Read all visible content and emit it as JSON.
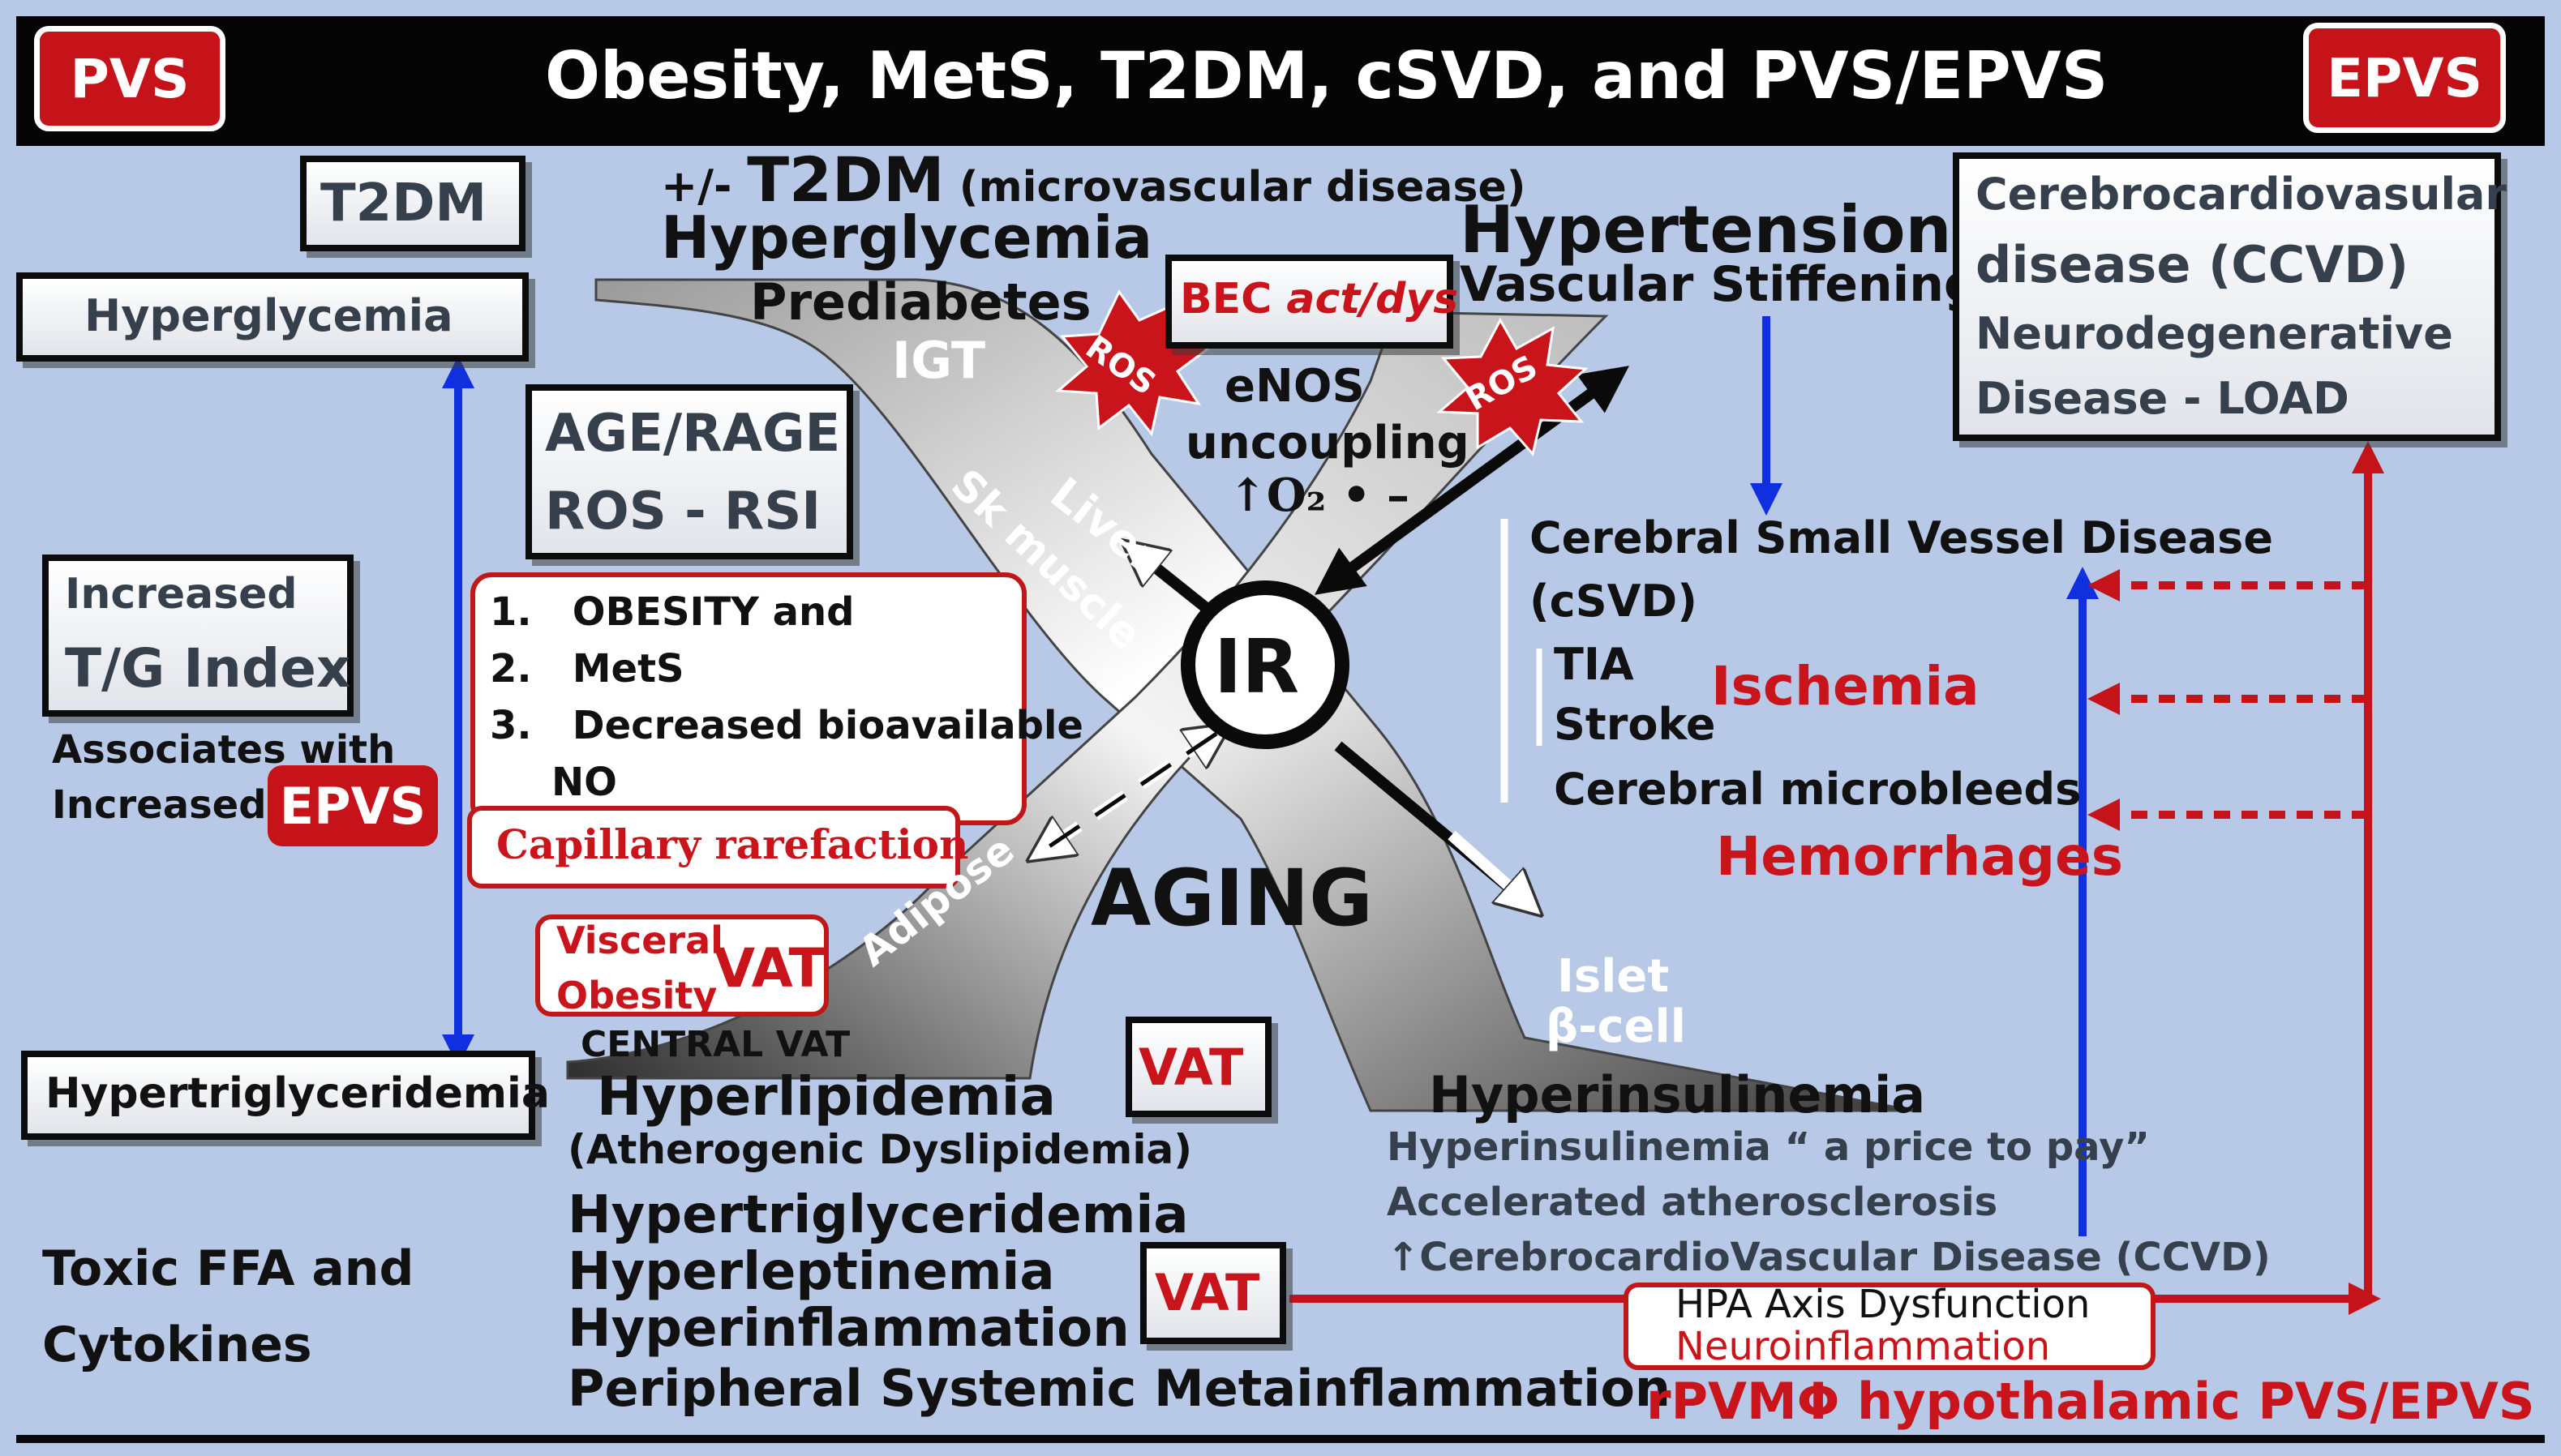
{
  "header": {
    "title": "Obesity, MetS, T2DM, cSVD, and PVS/EPVS",
    "left_badge": "PVS",
    "right_badge": "EPVS"
  },
  "left": {
    "t2dm_box": "T2DM",
    "hyperglycemia_box": "Hyperglycemia",
    "tg_index_line1": "Increased",
    "tg_index_line2": "T/G Index",
    "associates_line1": "Associates with",
    "associates_line2": "Increased",
    "epvs_badge": "EPVS",
    "hypertriglyceridemia_box": "Hypertriglyceridemia",
    "toxic_line1": "Toxic FFA and",
    "toxic_line2": "Cytokines"
  },
  "top": {
    "t2dm_prefix": "+/- ",
    "t2dm_big": "T2DM",
    "t2dm_suffix": " (microvascular disease)",
    "hyperglycemia": "Hyperglycemia",
    "prediabetes": "Prediabetes",
    "igt": "IGT",
    "bec_prefix": "BEC ",
    "bec_italic": "act/dys",
    "ros1": "ROS",
    "ros2": "ROS",
    "enos": "eNOS",
    "uncoupling": "uncoupling",
    "superoxide": "↑O₂ • –",
    "hypertension": "Hypertension",
    "vascular_stiffening": "Vascular Stiffening"
  },
  "center": {
    "age_rage": "AGE/RAGE",
    "ros_rsi": "ROS - RSI",
    "list": [
      "OBESITY and",
      "MetS",
      "Decreased bioavailable"
    ],
    "list_tail": "NO",
    "capillary": "Capillary rarefaction",
    "liver": "Liver",
    "sk_muscle": "Sk muscle",
    "ir": "IR",
    "adipose": "Adipose",
    "aging": "AGING",
    "islet": "Islet",
    "beta_cell": "β-cell",
    "visceral": "Visceral",
    "obesity": "Obesity",
    "vat_big": "VAT",
    "central_vat": "CENTRAL VAT",
    "vat_mid": "VAT",
    "vat_bottom": "VAT"
  },
  "lower_left": {
    "hyperlipidemia": "Hyperlipidemia",
    "atherogenic": "(Atherogenic Dyslipidemia)",
    "list": [
      "Hypertriglyceridemia",
      "Hyperleptinemia",
      "Hyperinflammation",
      "Peripheral Systemic Metainflammation"
    ]
  },
  "right": {
    "ccvd_lines": [
      "Cerebrocardiovasular",
      "disease (CCVD)",
      "Neurodegenerative",
      "Disease - LOAD"
    ],
    "csvd_line1": "Cerebral Small Vessel Disease",
    "csvd_line2": "(cSVD)",
    "tia": "TIA",
    "stroke": "Stroke",
    "ischemia": "Ischemia",
    "microbleeds": "Cerebral microbleeds",
    "hemorrhages": "Hemorrhages",
    "hyperinsulinemia": "Hyperinsulinemia",
    "price": "Hyperinsulinemia “ a price to pay”",
    "accelerated": "Accelerated atherosclerosis",
    "ccvd_up": "↑CerebrocardioVascular Disease (CCVD)",
    "hpa": "HPA Axis Dysfunction",
    "neuroinflammation": "Neuroinflammation",
    "rpvm_footer": "rPVMΦ  hypothalamic PVS/EPVS"
  },
  "colors": {
    "background": "#b7c9e7",
    "header": "#050505",
    "accent_red": "#c61219",
    "arrow_blue": "#1030e0",
    "arrow_red": "#c4141a"
  }
}
